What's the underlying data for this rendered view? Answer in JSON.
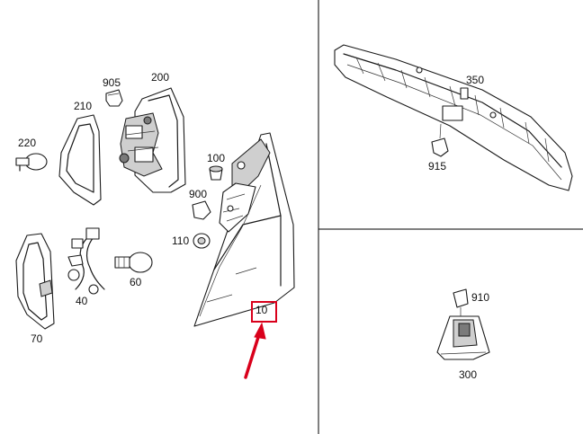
{
  "labels": {
    "p10": "10",
    "p40": "40",
    "p60": "60",
    "p70": "70",
    "p100": "100",
    "p110": "110",
    "p200": "200",
    "p210": "210",
    "p220": "220",
    "p300": "300",
    "p350": "350",
    "p900": "900",
    "p905": "905",
    "p910": "910",
    "p915": "915"
  },
  "colors": {
    "highlight": "#d9001b",
    "line": "#1a1a1a",
    "background": "#ffffff"
  }
}
